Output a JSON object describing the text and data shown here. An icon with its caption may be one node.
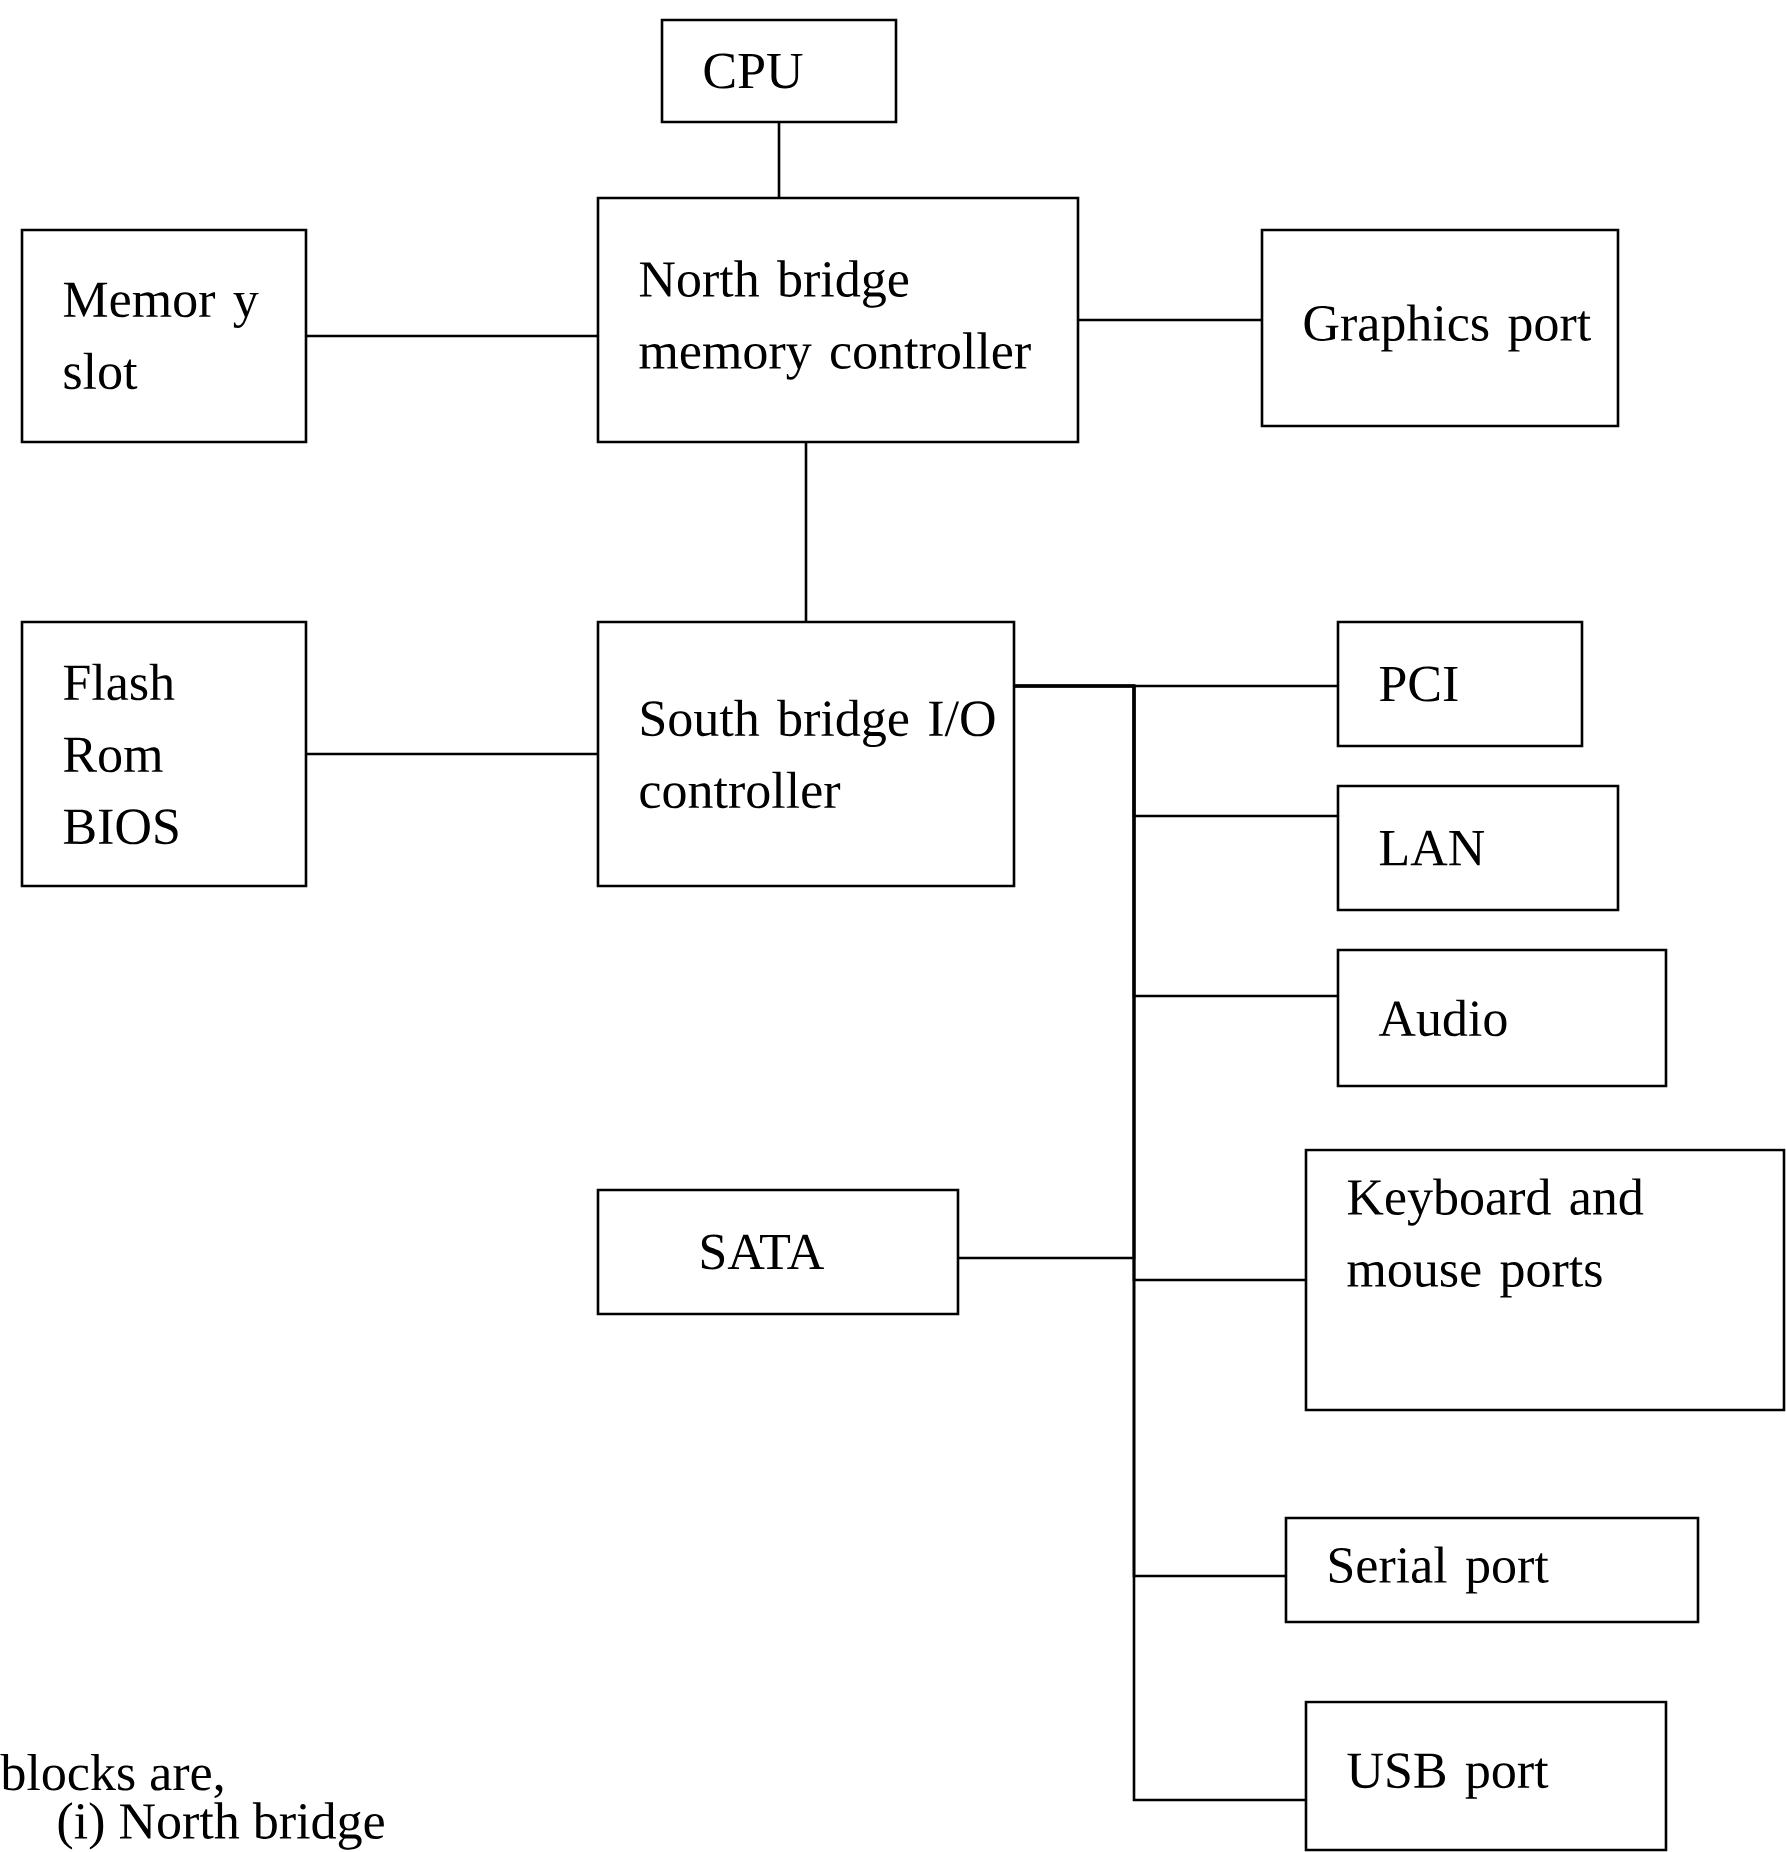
{
  "diagram": {
    "nodes": [
      {
        "text": [
          "CPU"
        ]
      },
      {
        "text": [
          "North bridge memory controller"
        ]
      },
      {
        "text": [
          "Memor y slot"
        ]
      },
      {
        "text": [
          "Graphics port"
        ]
      },
      {
        "text": [
          "Flash Rom BIOS"
        ]
      },
      {
        "text": [
          "South bridge I/O controller"
        ]
      },
      {
        "text": [
          "PCI"
        ]
      },
      {
        "text": [
          "LAN"
        ]
      },
      {
        "text": [
          "Audio"
        ]
      },
      {
        "text": [
          "SATA"
        ]
      },
      {
        "text": [
          "Keyboard and mouse ports"
        ]
      },
      {
        "text": [
          "Serial port"
        ]
      },
      {
        "text": [
          "USB port"
        ]
      }
    ],
    "edges": [
      {
        "from": 0,
        "to": 1,
        "arrow": "none"
      },
      {
        "from": 2,
        "to": 1,
        "arrow": "none"
      },
      {
        "from": 1,
        "to": 3,
        "arrow": "none"
      },
      {
        "from": 1,
        "to": 5,
        "arrow": "none"
      },
      {
        "from": 4,
        "to": 5,
        "arrow": "none"
      },
      {
        "from": 5,
        "to": 6,
        "arrow": "none"
      },
      {
        "from": 5,
        "to": 7,
        "arrow": "none"
      },
      {
        "from": 5,
        "to": 8,
        "arrow": "none"
      },
      {
        "from": 9,
        "to": 5,
        "arrow": "none"
      },
      {
        "from": 5,
        "to": 10,
        "arrow": "none"
      },
      {
        "from": 5,
        "to": 11,
        "arrow": "none"
      },
      {
        "from": 5,
        "to": 12,
        "arrow": "none"
      }
    ],
    "labels": [
      "blocks are,",
      "(i) North bridge"
    ]
  }
}
